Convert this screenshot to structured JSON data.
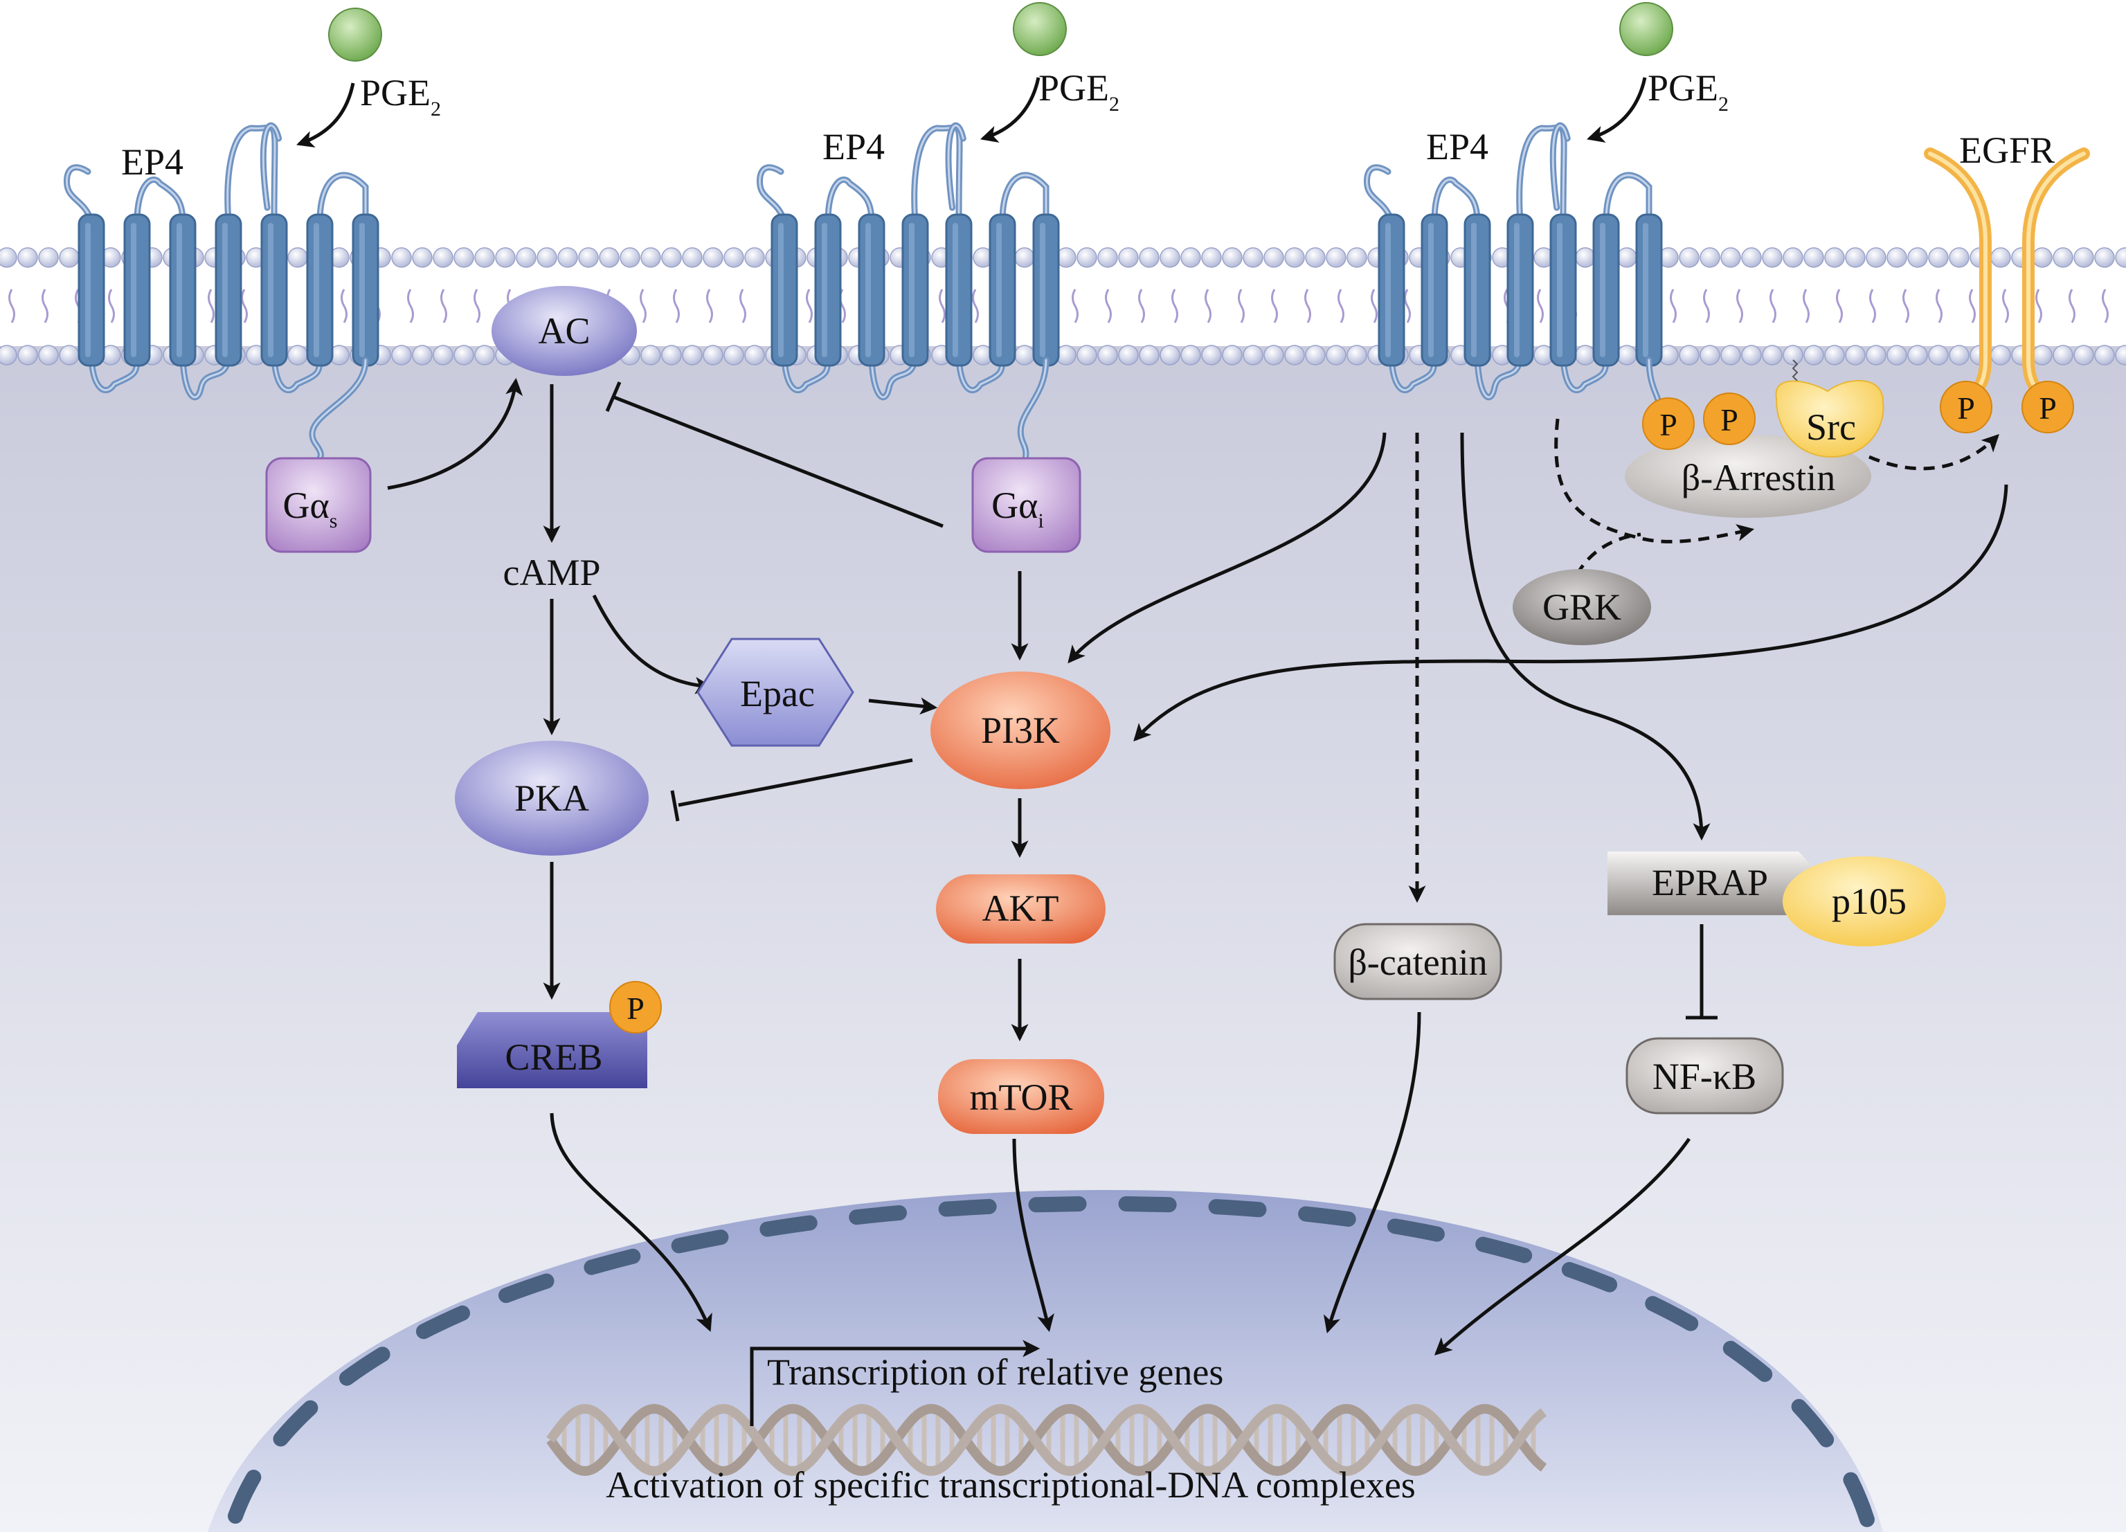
{
  "ligand": {
    "name": "PGE",
    "subscript": "2"
  },
  "receptors": {
    "ep4": "EP4",
    "egfr": "EGFR"
  },
  "nodes": {
    "ac": "AC",
    "gas": {
      "base": "Gα",
      "sub": "s"
    },
    "gai": {
      "base": "Gα",
      "sub": "i"
    },
    "camp": "cAMP",
    "epac": "Epac",
    "pi3k": "PI3K",
    "pka": "PKA",
    "akt": "AKT",
    "mtor": "mTOR",
    "creb": "CREB",
    "beta_catenin": "β-catenin",
    "eprap": "EPRAP",
    "p105": "p105",
    "nfkb": "NF-κB",
    "grk": "GRK",
    "beta_arrestin": "β-Arrestin",
    "src": "Src",
    "phospho": "P"
  },
  "nucleus": {
    "transcription": "Transcription of relative genes",
    "activation": "Activation of specific transcriptional-DNA complexes"
  },
  "colors": {
    "receptor": "#5b86b4",
    "membrane_head": "#c8cde6",
    "lipid_tail": "#a99bd1",
    "cytoplasm": "#d6d8e6",
    "nucleus": "#a9b2d6",
    "nuclear_envelope": "#4a6180",
    "ligand": "#8cc46e",
    "purple_protein": "#8a86cc",
    "g_protein": "#b18dcb",
    "orange_kinase": "#ee7a4e",
    "phospho": "#f3a22b",
    "grey_protein": "#9f9a98",
    "yellow_protein": "#fbd35b",
    "egfr": "#f6be55",
    "dna": "#b5a9a2"
  }
}
